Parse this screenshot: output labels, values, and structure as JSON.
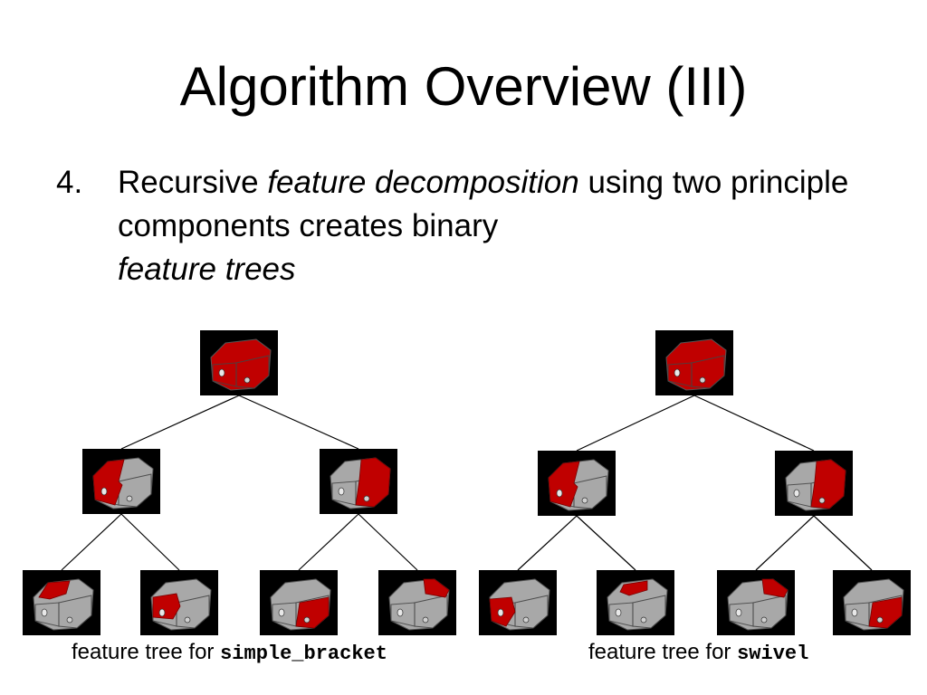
{
  "slide": {
    "title": "Algorithm Overview (III)",
    "point": {
      "number": "4.",
      "text_before": "Recursive ",
      "text_em1": "feature decomposition",
      "text_middle": " using two principle components creates binary ",
      "text_em2": "feature trees"
    }
  },
  "trees": [
    {
      "caption_prefix": "feature tree for ",
      "caption_code": "simple_bracket"
    },
    {
      "caption_prefix": "feature tree for ",
      "caption_code": "swivel"
    }
  ],
  "colors": {
    "highlight": "#c00000",
    "part_gray": "#a8a8a8",
    "thumb_bg": "#000000",
    "edge": "#000000"
  }
}
